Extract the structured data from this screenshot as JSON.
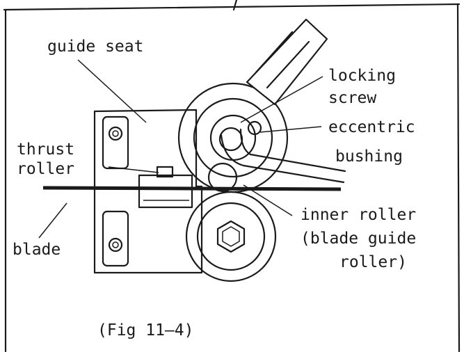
{
  "labels": {
    "guide_seat": "guide seat",
    "locking_screw_1": "locking",
    "locking_screw_2": "screw",
    "eccentric_bushing_1": "eccentric",
    "eccentric_bushing_2": "bushing",
    "thrust_roller_1": "thrust",
    "thrust_roller_2": "roller",
    "inner_roller_1": "inner roller",
    "inner_roller_2": "(blade guide",
    "inner_roller_3": "roller)",
    "blade": "blade"
  },
  "caption": "(Fig 11–4)"
}
